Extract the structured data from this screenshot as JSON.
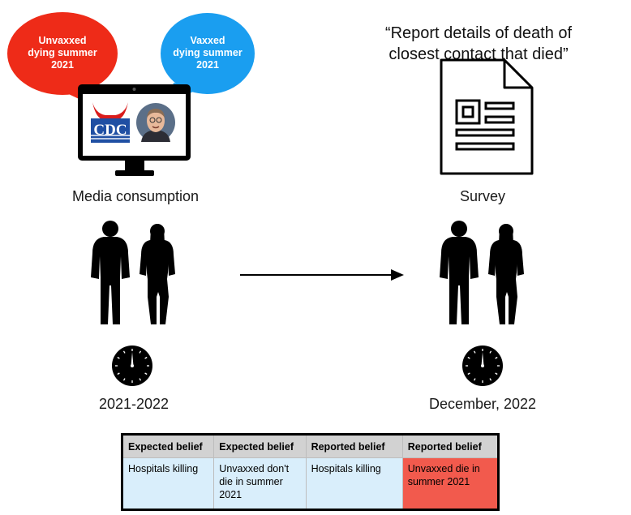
{
  "bubbles": {
    "left": {
      "text": "Unvaxxed\ndying summer\n2021",
      "color": "#ee2b18"
    },
    "right": {
      "text": "Vaxxed\ndying summer\n2021",
      "color": "#1a9ef0"
    }
  },
  "screen": {
    "logo_text": "CDC",
    "logo_color": "#1f4fa3",
    "horns_color": "#d91c1c"
  },
  "quote": "“Report details of death of\nclosest contact that died”",
  "labels": {
    "left_caption": "Media consumption",
    "right_caption": "Survey",
    "left_time": "2021-2022",
    "right_time": "December, 2022"
  },
  "table": {
    "headers": [
      "Expected belief",
      "Expected belief",
      "Reported belief",
      "Reported belief"
    ],
    "cells": [
      "Hospitals killing",
      "Unvaxxed don't die in summer 2021",
      "Hospitals killing",
      "Unvaxxed die in summer 2021"
    ],
    "highlight_color": "#f25a4d",
    "cell_color": "#d9eefb"
  }
}
